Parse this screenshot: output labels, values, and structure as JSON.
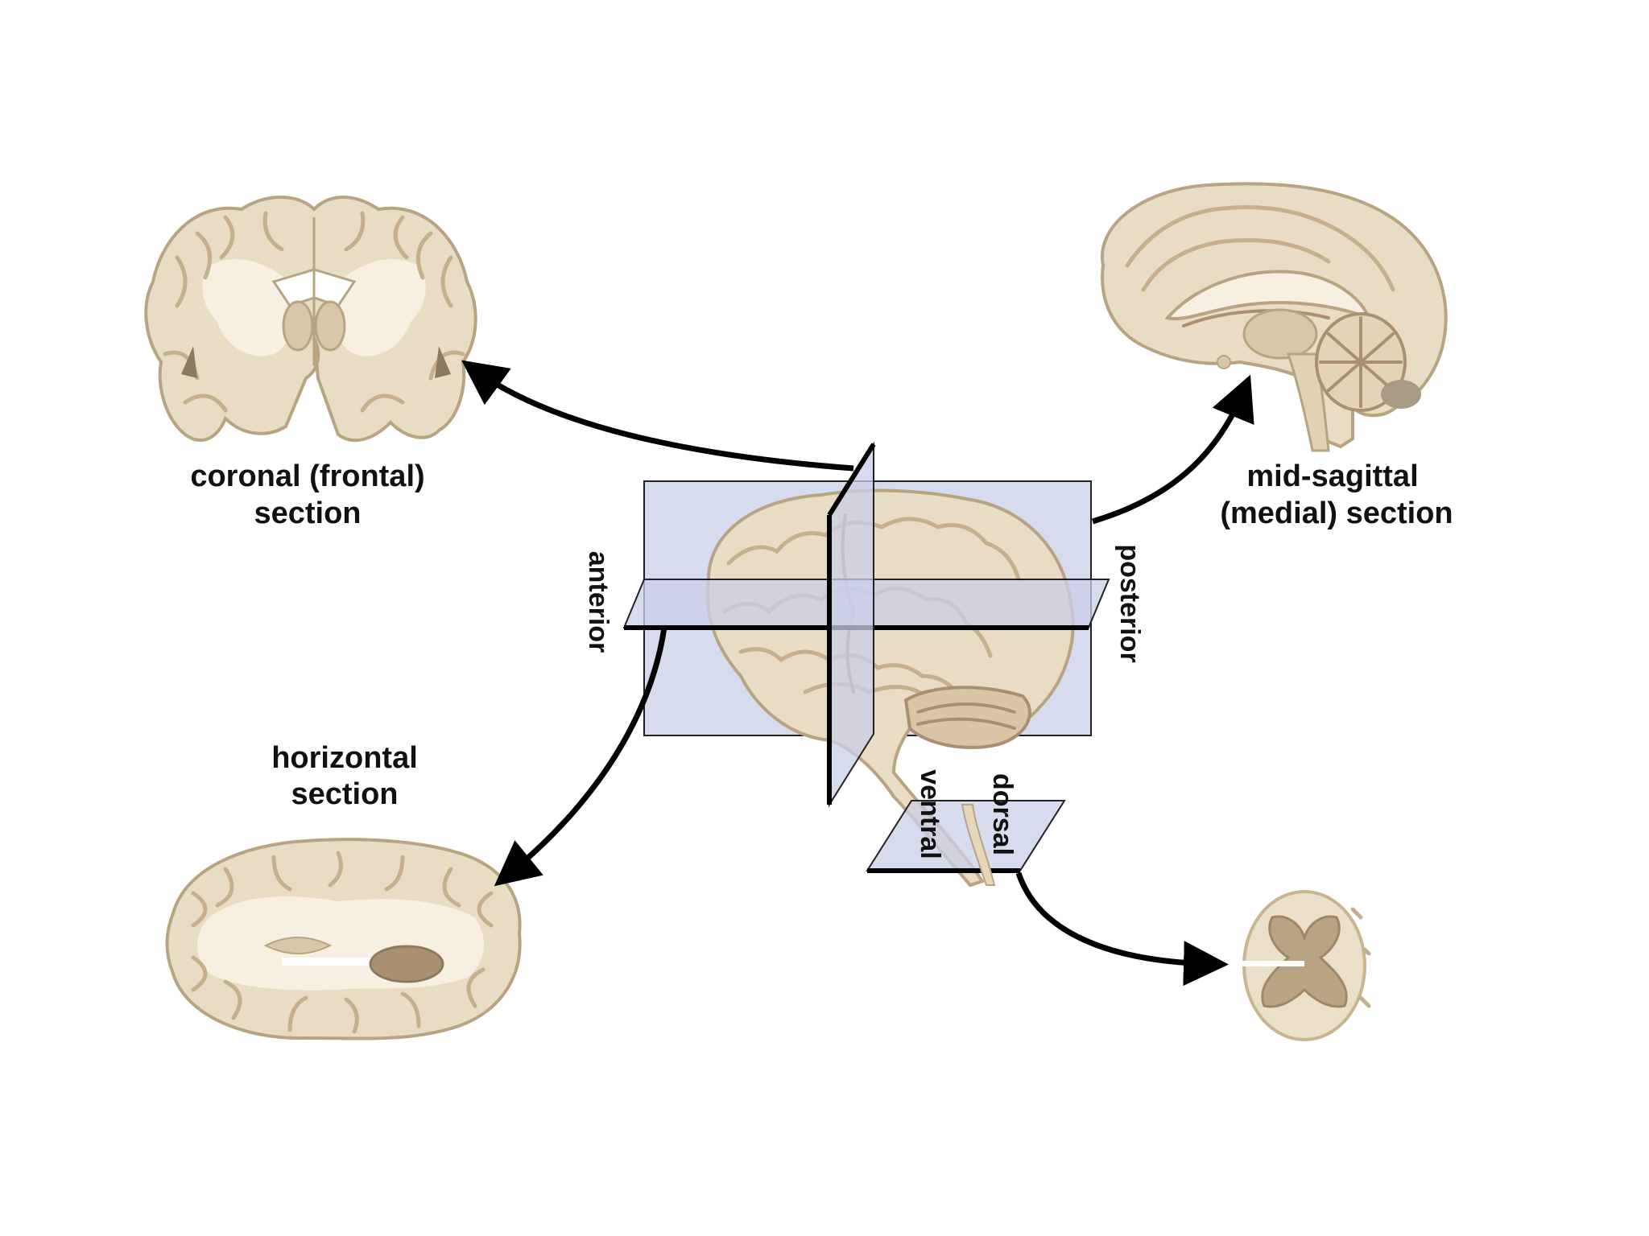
{
  "labels": {
    "coronal_line1": "coronal (frontal)",
    "coronal_line2": "section",
    "sagittal_line1": "mid-sagittal",
    "sagittal_line2": "(medial) section",
    "horizontal_line1": "horizontal",
    "horizontal_line2": "section",
    "anterior": "anterior",
    "posterior": "posterior",
    "dorsal": "dorsal",
    "ventral": "ventral"
  },
  "colors": {
    "brain_tissue": "#e9dcc4",
    "white_matter": "#f7f0e2",
    "gray_matter": "#b8a482",
    "plane": "#c9cfe8",
    "arrow": "#000000"
  }
}
